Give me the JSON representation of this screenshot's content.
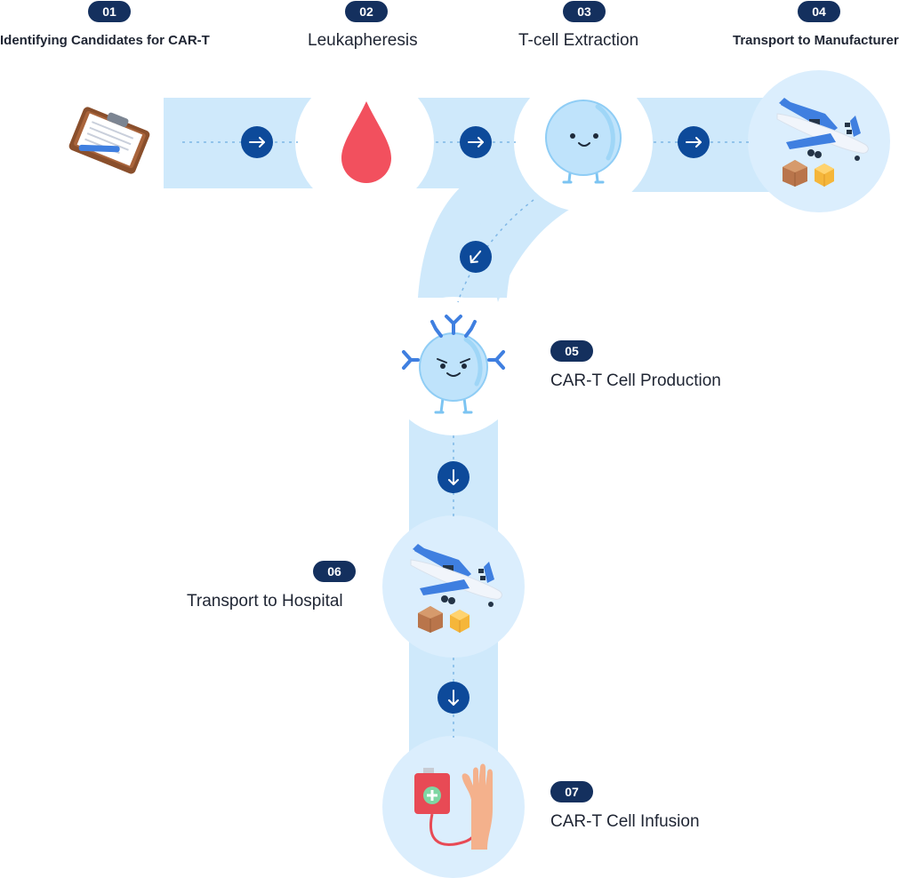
{
  "steps": [
    {
      "num": "01",
      "label": "Identifying Candidates for CAR-T",
      "icon": "clipboard-icon"
    },
    {
      "num": "02",
      "label": "Leukapheresis",
      "icon": "blood-drop-icon"
    },
    {
      "num": "03",
      "label": "T-cell Extraction",
      "icon": "t-cell-icon"
    },
    {
      "num": "04",
      "label": "Transport to Manufacturer",
      "icon": "airplane-icon"
    },
    {
      "num": "05",
      "label": "CAR-T Cell Production",
      "icon": "car-t-cell-icon"
    },
    {
      "num": "06",
      "label": "Transport to Hospital",
      "icon": "airplane-icon"
    },
    {
      "num": "07",
      "label": "CAR-T Cell Infusion",
      "icon": "iv-infusion-icon"
    }
  ],
  "colors": {
    "path": "#cfe9fb",
    "badge": "#14305e",
    "arrow": "#0d4a9a",
    "circle_light": "#dbeefd",
    "cell": "#bfe3fb",
    "blood": "#f2505e",
    "plane": "#3f7fe0"
  }
}
